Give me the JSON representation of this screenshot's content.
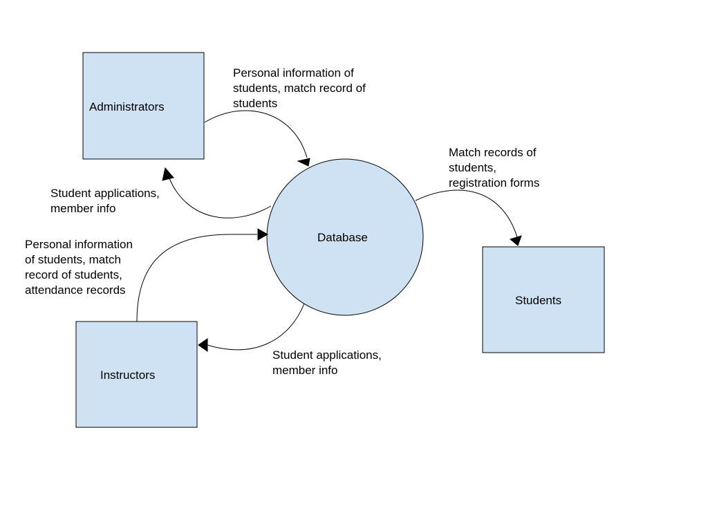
{
  "colors": {
    "node_fill": "#cfe2f3",
    "stroke": "#000000",
    "background": "#ffffff"
  },
  "nodes": {
    "administrators": {
      "label": "Administrators",
      "shape": "rectangle"
    },
    "instructors": {
      "label": "Instructors",
      "shape": "rectangle"
    },
    "database": {
      "label": "Database",
      "shape": "circle"
    },
    "students": {
      "label": "Students",
      "shape": "rectangle"
    }
  },
  "flows": {
    "admin_to_db": {
      "from": "Administrators",
      "to": "Database",
      "lines": [
        "Personal information of",
        "students, match record of",
        "students"
      ]
    },
    "db_to_admin": {
      "from": "Database",
      "to": "Administrators",
      "lines": [
        "Student applications,",
        "member info"
      ]
    },
    "instructors_to_db": {
      "from": "Instructors",
      "to": "Database",
      "lines": [
        "Personal information",
        "of students, match",
        "record of students,",
        "attendance records"
      ]
    },
    "db_to_instructors": {
      "from": "Database",
      "to": "Instructors",
      "lines": [
        "Student applications,",
        "member info"
      ]
    },
    "db_to_students": {
      "from": "Database",
      "to": "Students",
      "lines": [
        "Match records of",
        "students,",
        "registration forms"
      ]
    }
  }
}
